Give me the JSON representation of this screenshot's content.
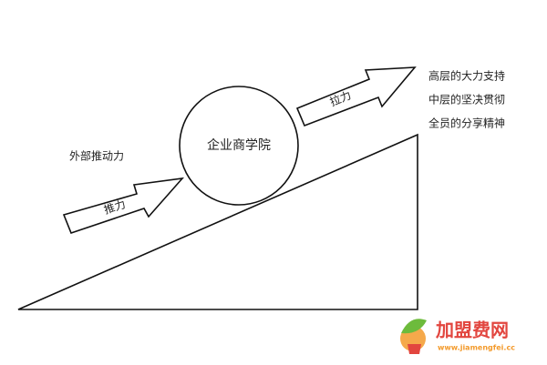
{
  "diagram": {
    "circle_label": "企业商学院",
    "external_force_label": "外部推动力",
    "push_arrow_label": "推力",
    "pull_arrow_label": "拉力",
    "right_lines": [
      "高层的大力支持",
      "中层的坚决贯彻",
      "全员的分享精神"
    ]
  },
  "watermark": {
    "brand": "加盟费网",
    "url": "www.jiamengfei.cc",
    "colors": {
      "brand": "#e2463f",
      "leaf": "#6dbb3c",
      "orange": "#f39a2b"
    }
  }
}
